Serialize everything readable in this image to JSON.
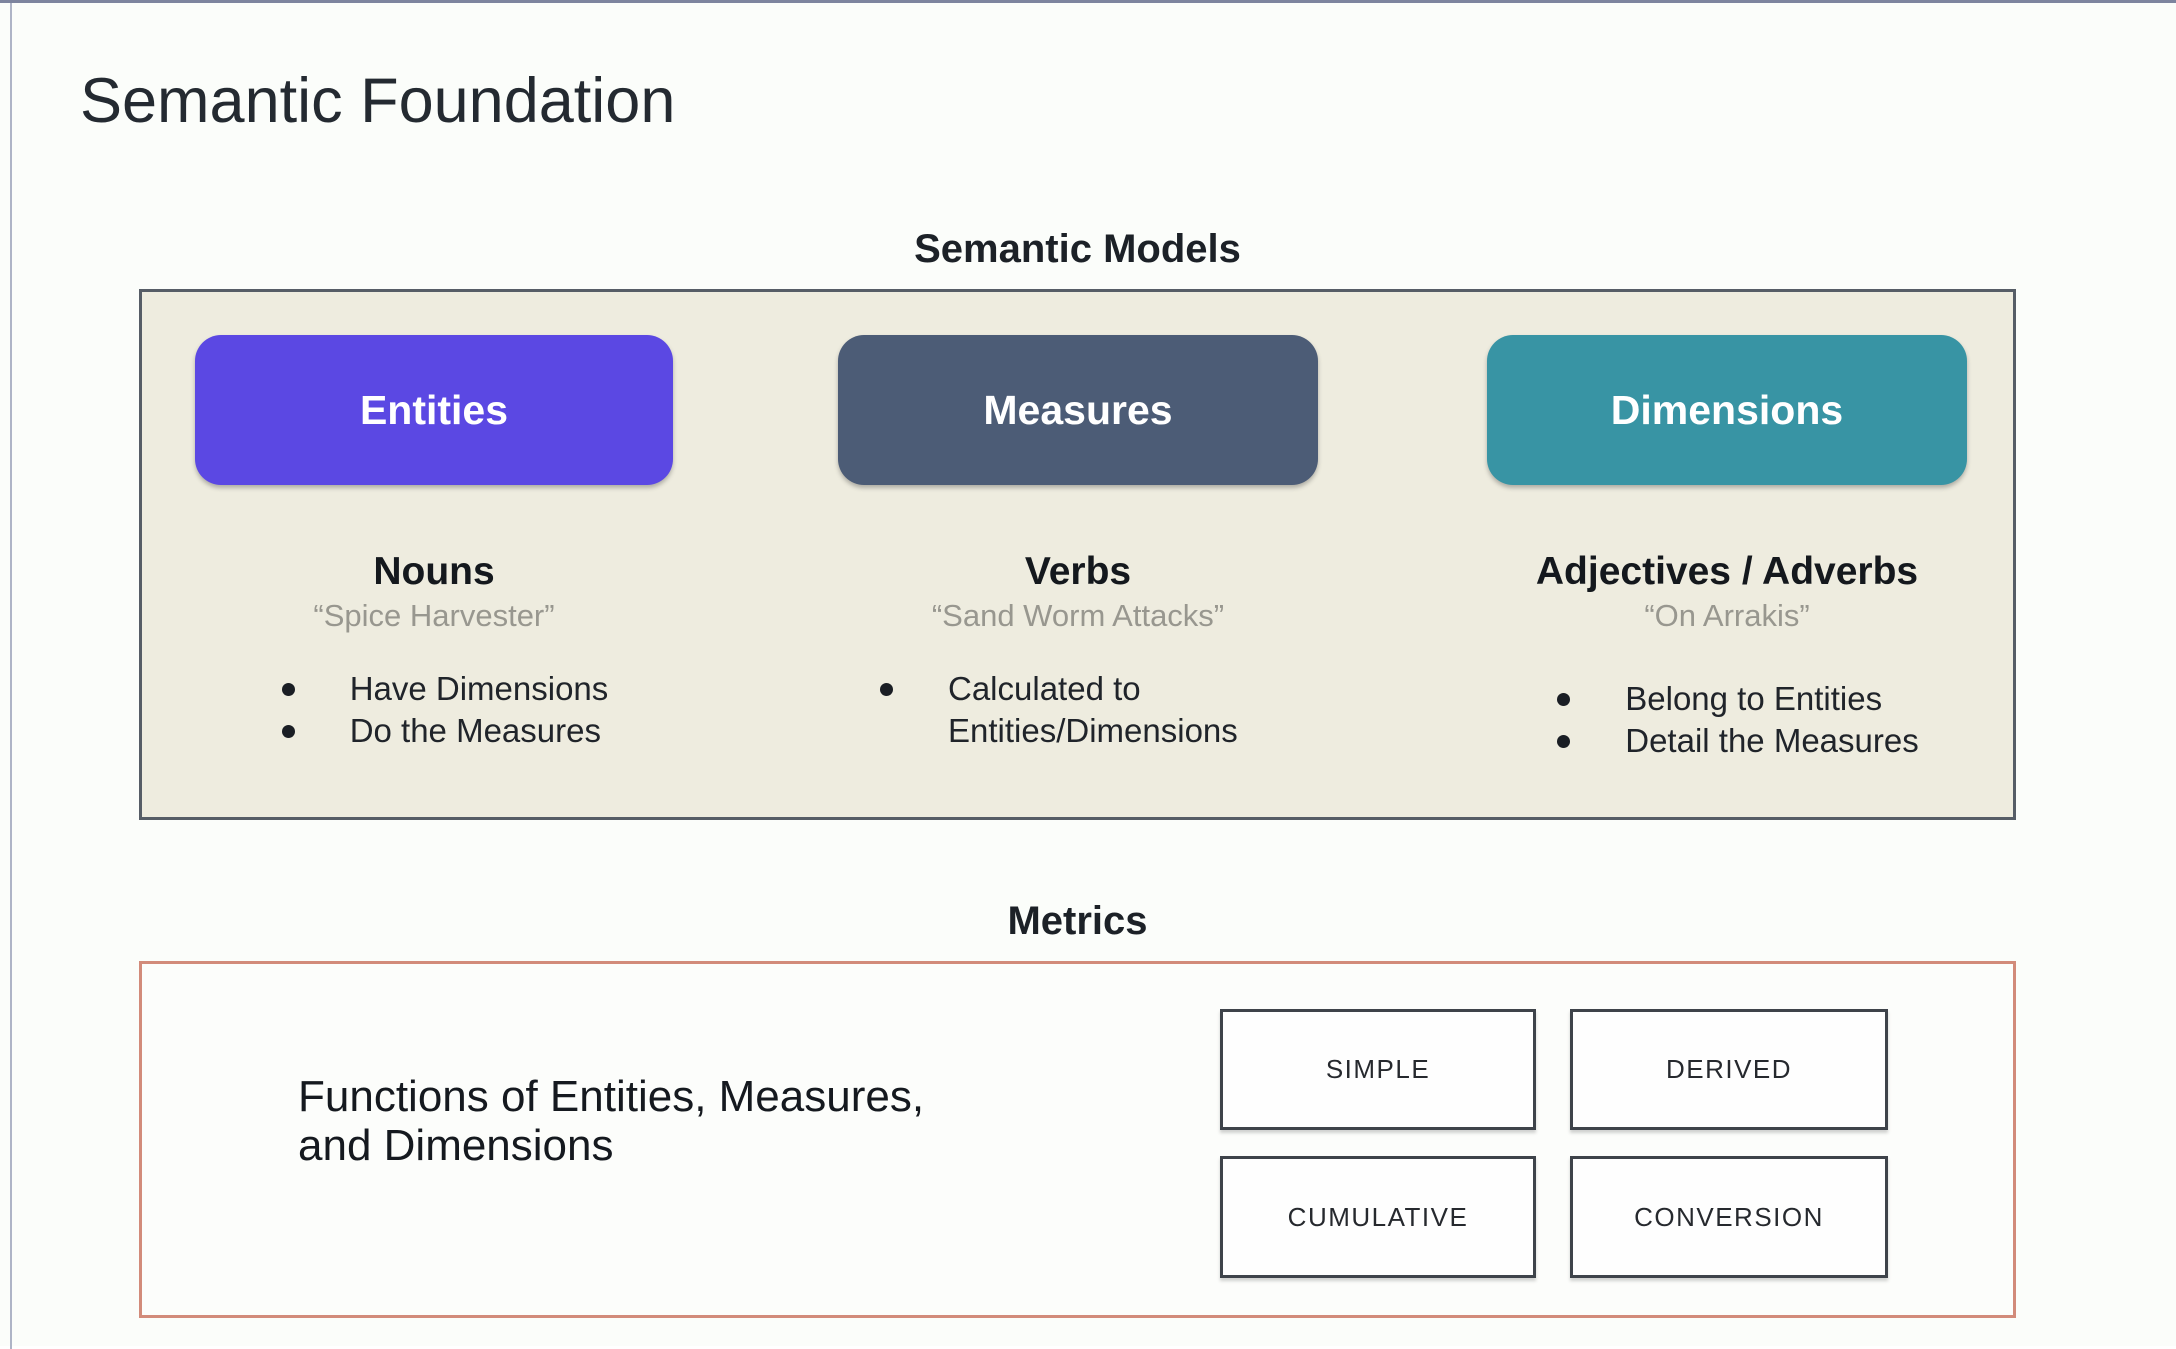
{
  "page": {
    "title": "Semantic Foundation"
  },
  "semantic_models": {
    "heading": "Semantic Models",
    "columns": [
      {
        "button": "Entities",
        "button_color": "#5b48e3",
        "role": "Nouns",
        "example": "“Spice Harvester”",
        "bullets": [
          "Have Dimensions",
          "Do the Measures"
        ]
      },
      {
        "button": "Measures",
        "button_color": "#4c5c76",
        "role": "Verbs",
        "example": "“Sand Worm Attacks”",
        "bullets": [
          "Calculated to Entities/Dimensions"
        ]
      },
      {
        "button": "Dimensions",
        "button_color": "#3894a4",
        "role": "Adjectives / Adverbs",
        "example": "“On Arrakis”",
        "bullets": [
          "Belong to Entities",
          "Detail the Measures"
        ]
      }
    ]
  },
  "metrics": {
    "heading": "Metrics",
    "description_line1": "Functions of Entities, Measures,",
    "description_line2": "and Dimensions",
    "types": [
      "SIMPLE",
      "DERIVED",
      "CUMULATIVE",
      "CONVERSION"
    ],
    "border_color": "#d28b7a"
  },
  "colors": {
    "models_box_background": "#eeecdf",
    "models_box_border": "#565d66",
    "entities": "#5b48e3",
    "measures": "#4c5c76",
    "dimensions": "#3894a4",
    "metrics_border": "#d28b7a"
  }
}
